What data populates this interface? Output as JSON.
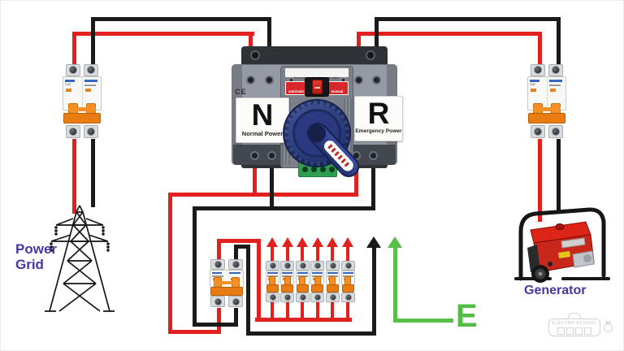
{
  "labels": {
    "power_grid": "Power Grid",
    "generator": "Generator",
    "earth_mark": "E"
  },
  "ats": {
    "header": "Dual power automatic transfer switch",
    "mode_left": "automatic",
    "mode_right": "manual",
    "ce": "CE",
    "normal_letter": "N",
    "normal_label": "Normal Power",
    "emergency_letter": "R",
    "emergency_label": "Emergency Power"
  },
  "mcb": {
    "model": "C32"
  },
  "branch": {
    "count": 6
  },
  "watermark": {
    "text": "ELECTRO SCHOOL"
  },
  "colors": {
    "live_wire": "#e2201d",
    "neutral_wire": "#1a1a1a",
    "earth_wire": "#58bf49",
    "label_text": "#4538a6",
    "ats_red": "#d8262b",
    "knob_blue": "#2a3e8c",
    "toggle_orange": "#ef8018"
  }
}
